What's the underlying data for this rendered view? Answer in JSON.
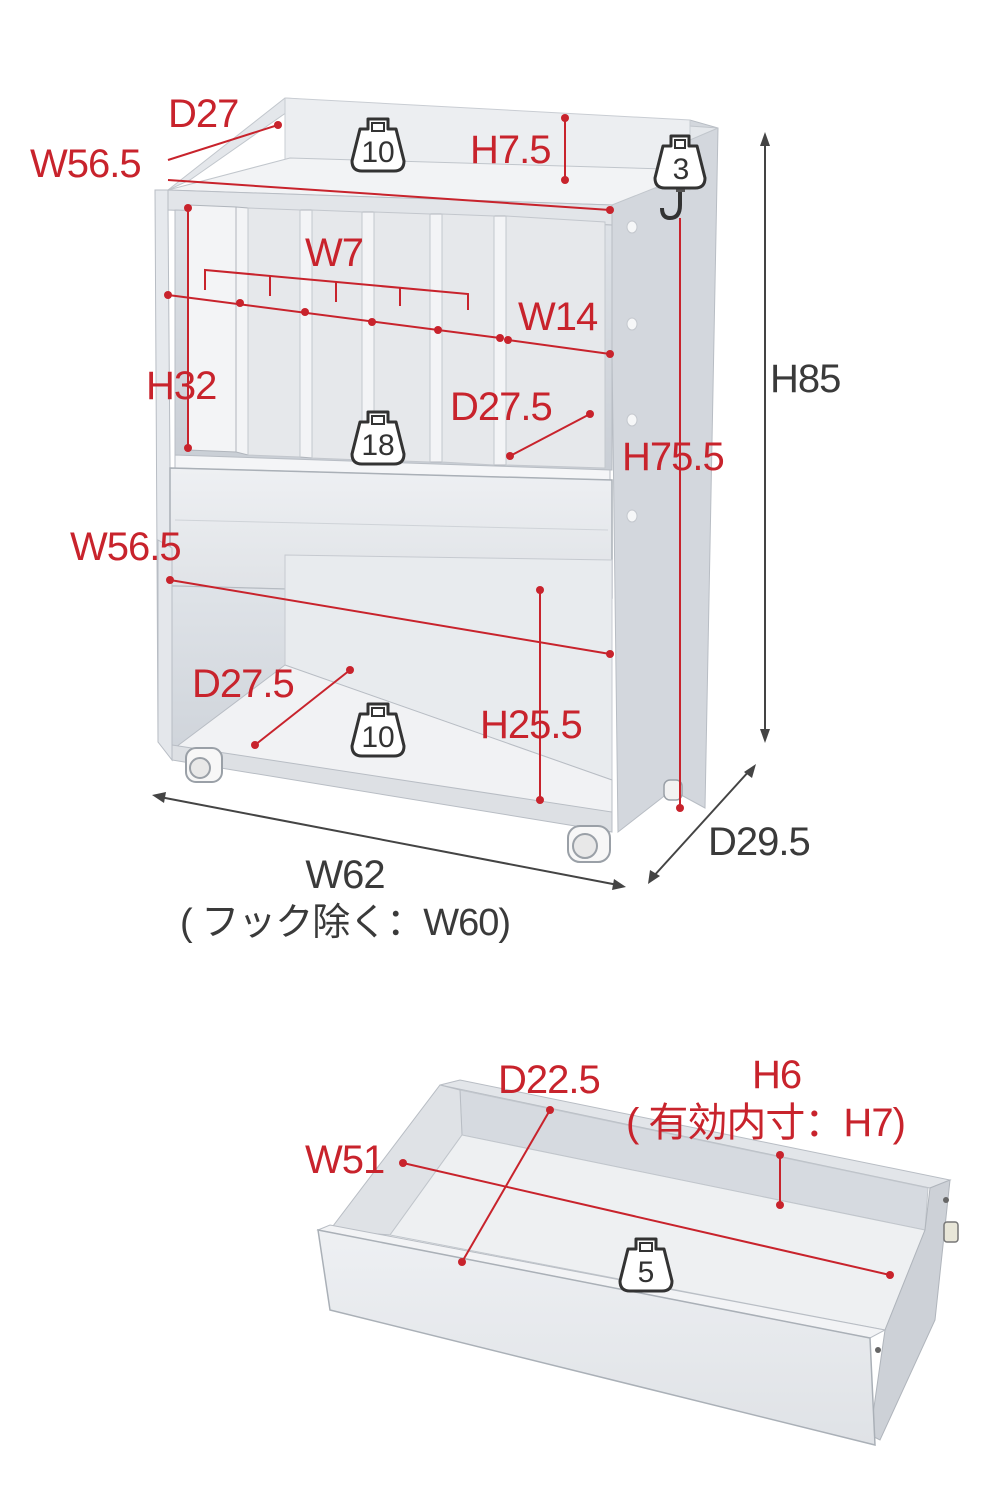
{
  "cabinet": {
    "top_depth": "D27",
    "top_width": "W56.5",
    "top_height": "H7.5",
    "top_load": "10",
    "hook_load": "3",
    "divider_width": "W7",
    "right_slot_width": "W14",
    "slot_height": "H32",
    "slot_depth": "D27.5",
    "slot_load": "18",
    "total_height": "H85",
    "inner_height": "H75.5",
    "lower_width": "W56.5",
    "lower_depth": "D27.5",
    "lower_height": "H25.5",
    "lower_load": "10",
    "total_width": "W62",
    "width_note": "( フック除く：W60)",
    "total_depth": "D29.5"
  },
  "drawer": {
    "depth": "D22.5",
    "height": "H6",
    "height_note": "( 有効内寸：H7)",
    "width": "W51",
    "load": "5"
  }
}
